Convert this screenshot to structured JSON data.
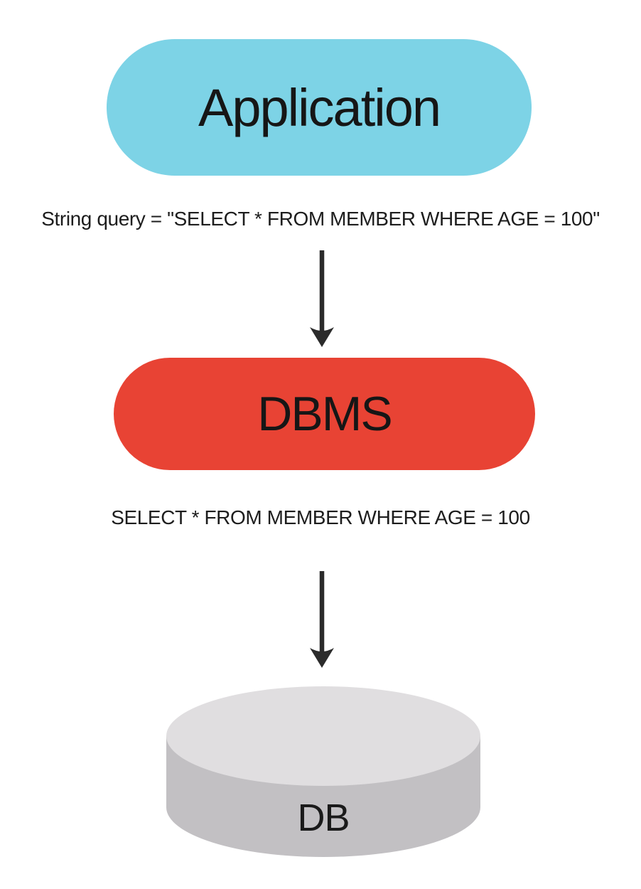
{
  "diagram": {
    "nodes": {
      "application": {
        "label": "Application",
        "fill": "#7dd3e6"
      },
      "dbms": {
        "label": "DBMS",
        "fill": "#e84334"
      },
      "db": {
        "label": "DB",
        "top_fill": "#e0dee0",
        "side_fill": "#c2c0c3"
      }
    },
    "edges": {
      "app_to_dbms": {
        "label": "String query = \"SELECT * FROM MEMBER WHERE AGE = 100\""
      },
      "dbms_to_db": {
        "label": "SELECT * FROM MEMBER WHERE AGE = 100"
      }
    },
    "palette": {
      "arrow": "#2b2b2b",
      "text": "#1d1d1d",
      "background": "#ffffff"
    }
  }
}
